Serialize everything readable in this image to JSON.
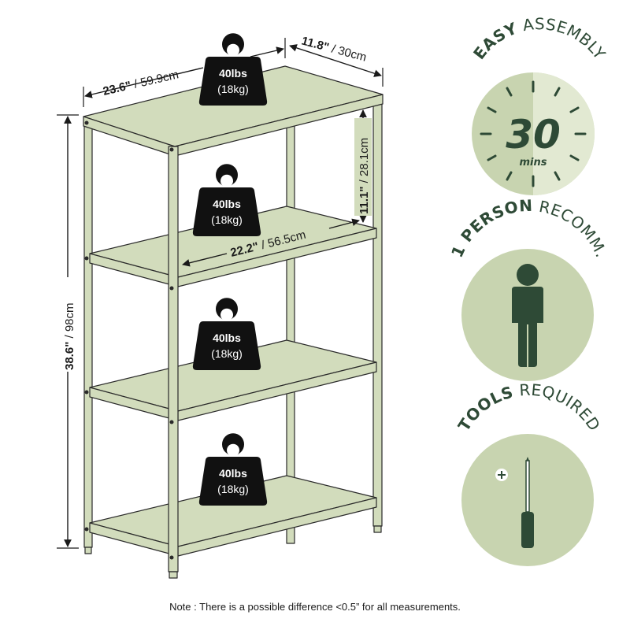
{
  "colors": {
    "shelf_fill": "#d2dcbc",
    "shelf_stroke": "#2a2a2a",
    "weight_fill": "#111111",
    "badge_light": "#c8d4b0",
    "badge_dark": "#2e4a36",
    "badge_half": "#e2e9d2"
  },
  "dimensions": {
    "width_in": "23.6\"",
    "width_cm": "/ 59.9cm",
    "depth_in": "11.8\"",
    "depth_cm": "/ 30cm",
    "height_in": "38.6\"",
    "height_cm": "/ 98cm",
    "shelf_gap_in": "11.1\"",
    "shelf_gap_cm": "/ 28.1cm",
    "inner_width_in": "22.2\"",
    "inner_width_cm": "/ 56.5cm"
  },
  "weights": [
    {
      "lbs": "40lbs",
      "kg": "(18kg)"
    },
    {
      "lbs": "40lbs",
      "kg": "(18kg)"
    },
    {
      "lbs": "40lbs",
      "kg": "(18kg)"
    },
    {
      "lbs": "40lbs",
      "kg": "(18kg)"
    }
  ],
  "badges": {
    "assembly": {
      "bold": "EASY",
      "light": " ASSEMBLY",
      "time": "30",
      "unit": "mins"
    },
    "person": {
      "bold": "1 PERSON",
      "light": " RECOMM."
    },
    "tools": {
      "bold": "TOOLS",
      "light": " REQUIRED"
    }
  },
  "icons": {
    "weight": "kettlebell-weight-icon",
    "clock": "clock-icon",
    "person": "person-icon",
    "tools": "screwdriver-icon"
  },
  "note": "Note : There is a possible difference <0.5” for all measurements."
}
